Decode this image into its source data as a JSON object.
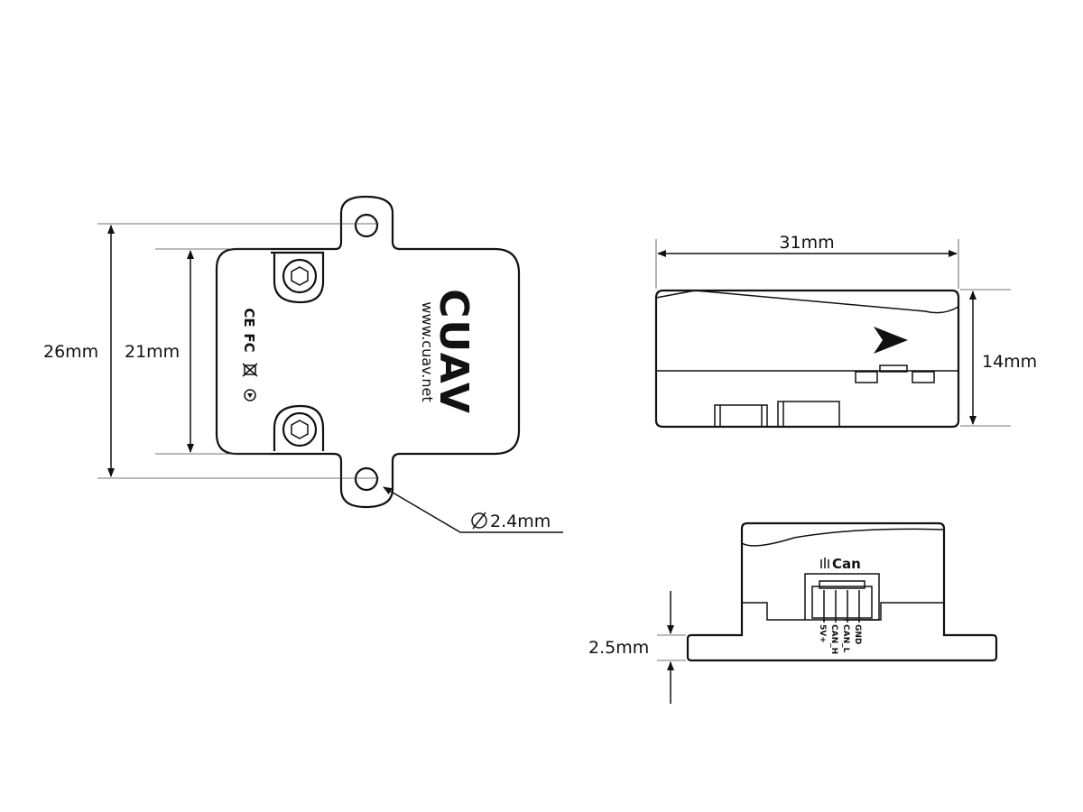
{
  "top_view": {
    "brand": "CUAV",
    "website": "www.cuav.net",
    "cert_ce": "CE",
    "cert_fc": "FC",
    "dim_total_height": "26mm",
    "dim_body_height": "21mm",
    "dim_hole_diameter": "2.4mm"
  },
  "side_view": {
    "dim_length": "31mm",
    "dim_height": "14mm"
  },
  "front_view": {
    "connector_label": "Can",
    "pins": [
      "5V+",
      "CAN_H",
      "CAN_L",
      "GND"
    ],
    "dim_flange": "2.5mm"
  },
  "colors": {
    "line": "#111111",
    "background": "#ffffff"
  }
}
